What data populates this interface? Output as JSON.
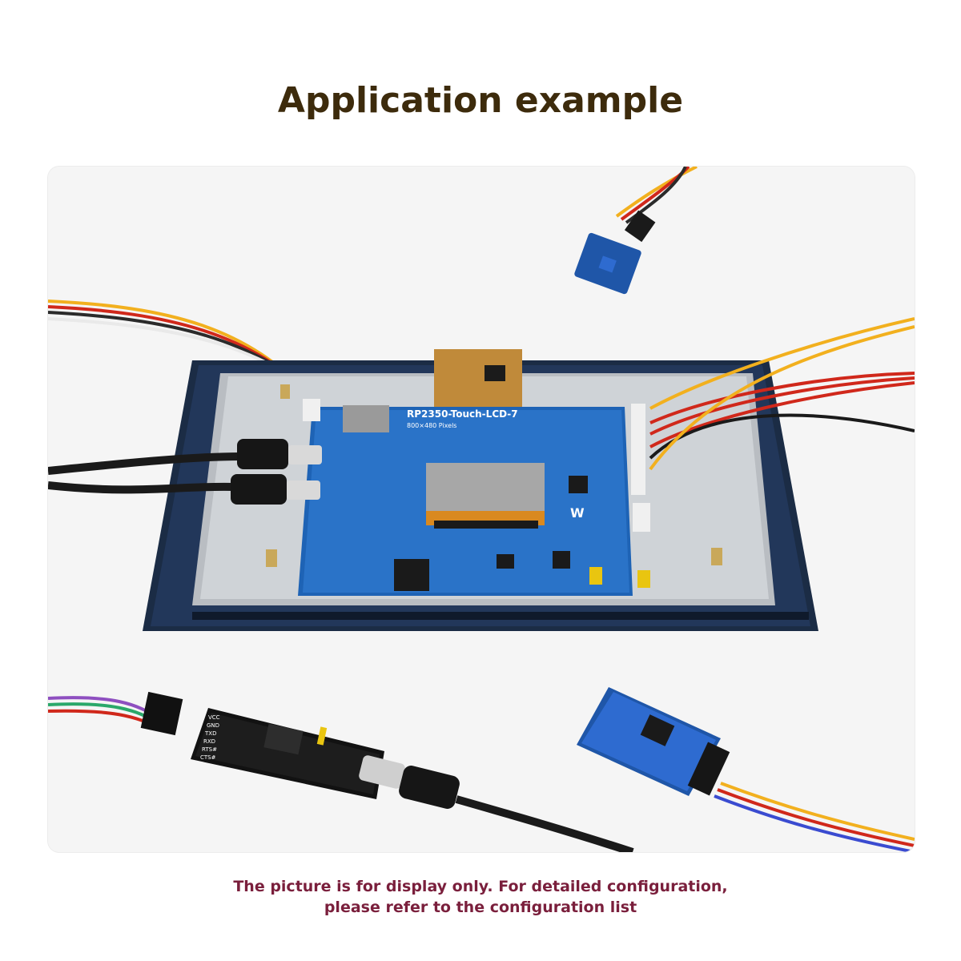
{
  "header": {
    "title": "Application example"
  },
  "board": {
    "name": "RP2350-Touch-LCD-7",
    "resolution": "800×480 Pixels"
  },
  "usb_module": {
    "pins": [
      "VCC",
      "GND",
      "TXD",
      "RXD",
      "RTS#",
      "CTS#"
    ]
  },
  "footer": {
    "line1": "The picture is for display only. For detailed configuration,",
    "line2": "please refer to the configuration list"
  }
}
